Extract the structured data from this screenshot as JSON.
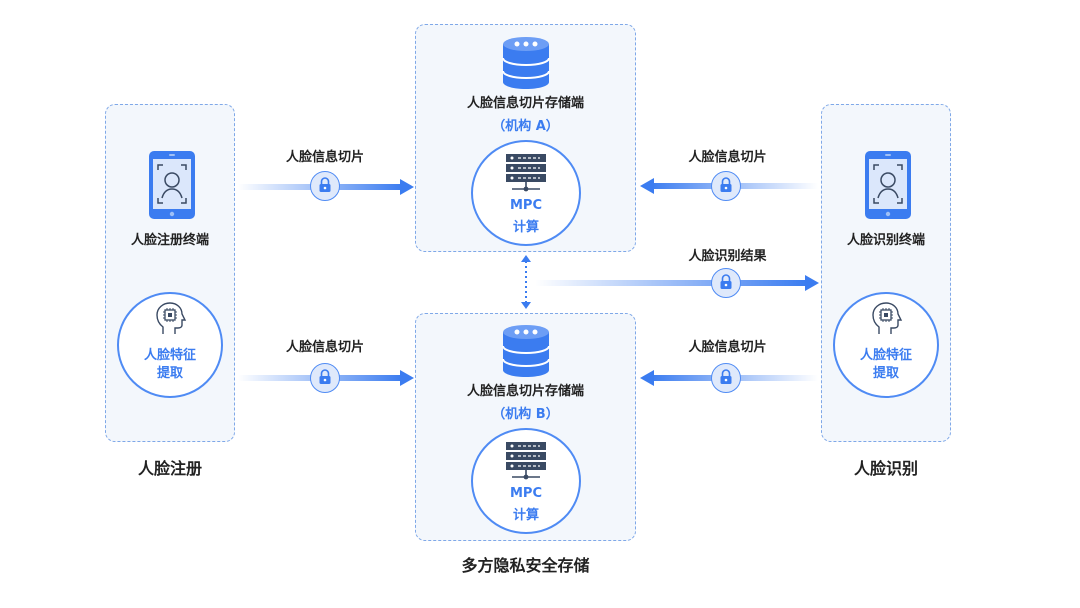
{
  "left": {
    "caption": "人脸注册",
    "device_label": "人脸注册终端",
    "feature_line1": "人脸特征",
    "feature_line2": "提取"
  },
  "right": {
    "caption": "人脸识别",
    "device_label": "人脸识别终端",
    "feature_line1": "人脸特征",
    "feature_line2": "提取"
  },
  "center": {
    "caption": "多方隐私安全存储",
    "storage_a": {
      "title": "人脸信息切片存储端",
      "org": "（机构 A）",
      "mpc_line1": "MPC",
      "mpc_line2": "计算"
    },
    "storage_b": {
      "title": "人脸信息切片存储端",
      "org": "（机构 B）",
      "mpc_line1": "MPC",
      "mpc_line2": "计算"
    }
  },
  "arrows": {
    "left_top": "人脸信息切片",
    "left_bottom": "人脸信息切片",
    "right_top": "人脸信息切片",
    "right_result": "人脸识别结果",
    "right_bottom": "人脸信息切片"
  },
  "colors": {
    "accent": "#3b7cf0",
    "panel_bg": "#f3f7fc",
    "panel_border": "#7fa8e8"
  }
}
